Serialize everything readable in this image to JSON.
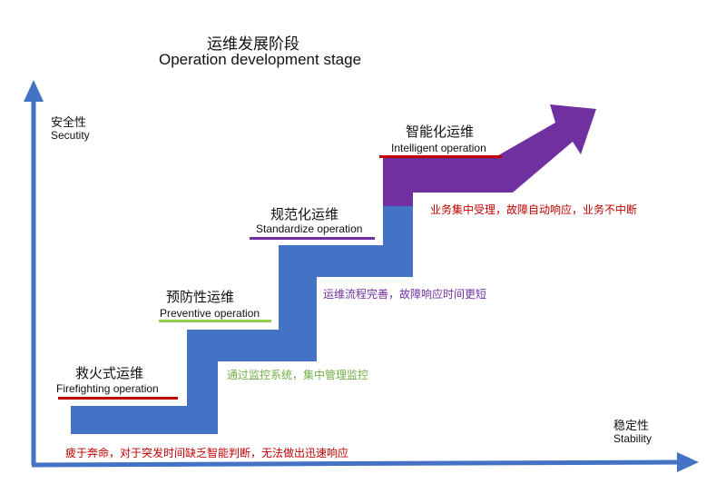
{
  "title": {
    "cn": "运维发展阶段",
    "en": "Operation  development stage"
  },
  "axes": {
    "y": {
      "cn": "安全性",
      "en": "Secutity"
    },
    "x": {
      "cn": "稳定性",
      "en": "Stability"
    }
  },
  "stages": [
    {
      "cn": "救火式运维",
      "en": "Firefighting operation",
      "color": "#c00000",
      "note": "疲于奔命，对于突发时间缺乏智能判断，无法做出迅速响应"
    },
    {
      "cn": "预防性运维",
      "en": "Preventive operation",
      "color": "#92d050",
      "note": "通过监控系统，集中管理监控"
    },
    {
      "cn": "规范化运维",
      "en": "Standardize operation",
      "color": "#7030a0",
      "note": "运维流程完善，故障响应时间更短"
    },
    {
      "cn": "智能化运维",
      "en": "Intelligent operation",
      "color": "#c00000",
      "note": "业务集中受理，故障自动响应，业务不中断"
    }
  ],
  "colors": {
    "axis": "#4472c4",
    "stairs": "#4472c4",
    "arrow": "#7030a0"
  }
}
